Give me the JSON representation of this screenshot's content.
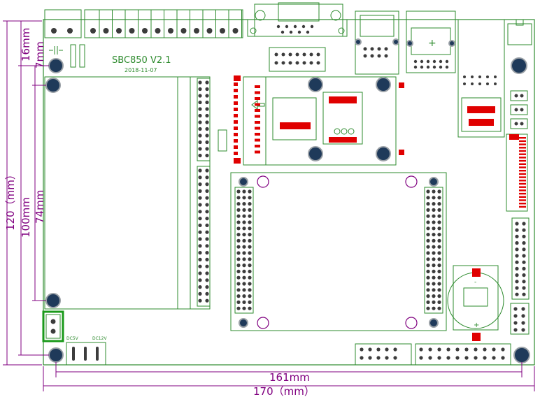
{
  "board": {
    "name": "SBC850 V2.1",
    "date": "2018-11-07",
    "labels": {
      "dc5v": "DC5V",
      "dc12v": "DC12V",
      "plus": "+",
      "minus": "-"
    }
  },
  "dimensions": {
    "width_outer": "170（mm）",
    "width_holes": "161mm",
    "height_outer": "120（mm）",
    "height_100": "100mm",
    "height_74": "74mm",
    "offset_16": "16mm",
    "offset_7": "7mm"
  },
  "colors": {
    "silkscreen": "#2e8b2e",
    "dimension": "#800080",
    "pad": "#e00000",
    "pin": "#3c3c3c",
    "mounting_hole": "#1f3a5a"
  }
}
